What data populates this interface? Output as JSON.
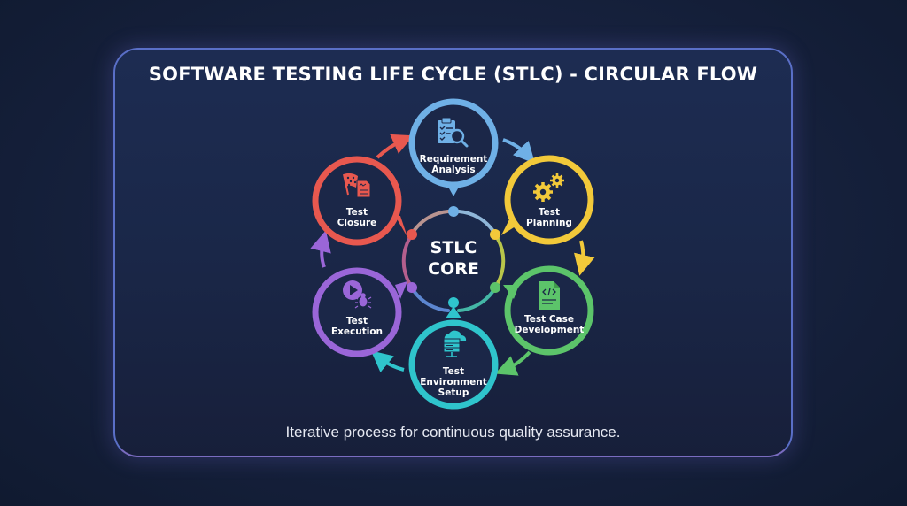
{
  "title": "SOFTWARE TESTING LIFE CYCLE (STLC) - CIRCULAR FLOW",
  "caption": "Iterative process for continuous quality assurance.",
  "core": {
    "line1": "STLC",
    "line2": "CORE"
  },
  "stages": [
    {
      "id": "requirement-analysis",
      "line1": "Requirement",
      "line2": "Analysis",
      "line3": "",
      "icon": "clipboard-search-icon",
      "color": "#6fb0e6"
    },
    {
      "id": "test-planning",
      "line1": "Test",
      "line2": "Planning",
      "line3": "",
      "icon": "gears-icon",
      "color": "#f2c93a"
    },
    {
      "id": "test-case-development",
      "line1": "Test Case",
      "line2": "Development",
      "line3": "",
      "icon": "code-document-icon",
      "color": "#5cc46a"
    },
    {
      "id": "test-environment-setup",
      "line1": "Test",
      "line2": "Environment",
      "line3": "Setup",
      "icon": "cloud-server-icon",
      "color": "#2fc4cc"
    },
    {
      "id": "test-execution",
      "line1": "Test",
      "line2": "Execution",
      "line3": "",
      "icon": "play-bug-icon",
      "color": "#9a66d8"
    },
    {
      "id": "test-closure",
      "line1": "Test",
      "line2": "Closure",
      "line3": "",
      "icon": "flag-report-icon",
      "color": "#e8584f"
    }
  ],
  "flow_order": [
    "Requirement Analysis",
    "Test Planning",
    "Test Case Development",
    "Test Environment Setup",
    "Test Execution",
    "Test Closure"
  ]
}
